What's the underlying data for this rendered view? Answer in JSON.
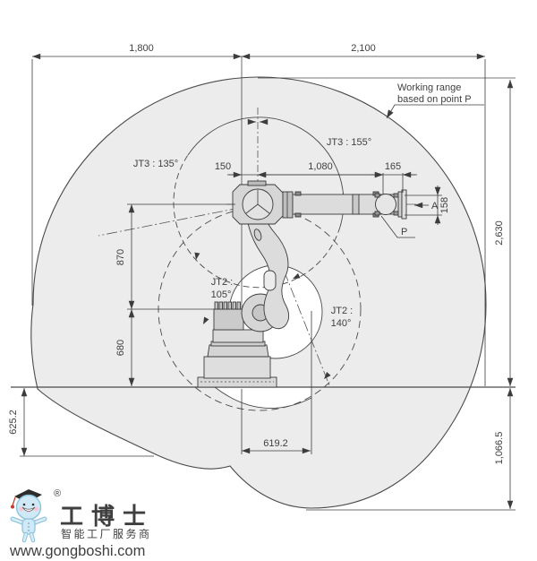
{
  "diagram": {
    "note": {
      "line1": "Working range",
      "line2": "based on point P"
    },
    "dimensions": {
      "reach_left": "1,800",
      "reach_right": "2,100",
      "shoulder_offset": "150",
      "forearm_length": "1,080",
      "wrist_length": "165",
      "flange_dia": "158",
      "upper_arm_length": "870",
      "base_height": "680",
      "total_height": "2,630",
      "below_base_left": "625.2",
      "under_reach": "619.2",
      "below_base_right": "1,066.5"
    },
    "joints": {
      "jt3_left": "JT3 : 135°",
      "jt3_right": "JT3 : 155°",
      "jt2_left_line1": "JT2 :",
      "jt2_left_line2": "105°",
      "jt2_right_line1": "JT2 :",
      "jt2_right_line2": "140°"
    },
    "points": {
      "a": "A",
      "p": "P"
    },
    "colors": {
      "envelope_fill": "#ececec",
      "line": "#3c3c3c",
      "robot_fill": "#d9d9d9"
    }
  },
  "watermark": {
    "registered": "®",
    "brand": "工博士",
    "tagline": "智能工厂服务商",
    "url": "www.gongboshi.com",
    "mascot_blue": "#cfe9f6",
    "text_gray": "#9a9a9a"
  }
}
